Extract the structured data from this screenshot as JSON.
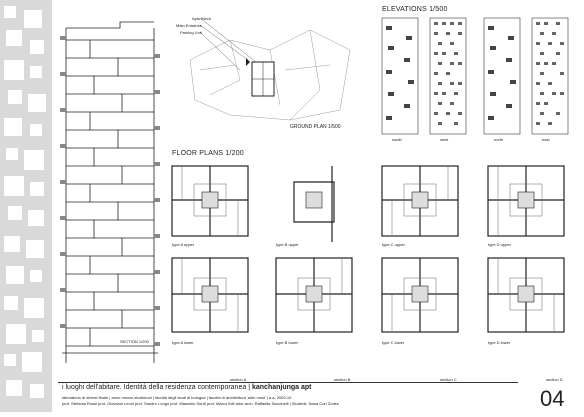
{
  "board": {
    "number": "04",
    "title": "i luoghi dell'abitare. Identità della residenza contemporanea",
    "project": "kanchanjunga apt",
    "separator": "|",
    "credits_line1": "laboratorio di sintesi finale | anno mezzo studioruni | facoltà degli studi di bologna | facoltà di architettura 'aldo rossi' | a.a. 2009-10",
    "credits_line2": "prof. Stefania Rossi   prof. Giovanni Leoni   prof. Sandro Longo   prof. Massimo Sordi   prof. Marco Ibiti   tutor arch. Raffaella Saccinelli | Studenti: Nana Con Zodes"
  },
  "ground_plan": {
    "title": "GROUND PLAN 1/500",
    "legend": [
      "Apts Block",
      "Main Entrance",
      "Parking Unit"
    ]
  },
  "elevations": {
    "title": "ELEVATIONS 1/500",
    "labels": [
      "south",
      "west",
      "north",
      "east"
    ]
  },
  "floor_plans": {
    "title": "FLOOR PLANS 1/200",
    "upper_labels": [
      "type A upper",
      "type B upper",
      "type C upper",
      "type D upper"
    ],
    "lower_labels": [
      "type A lower",
      "type B lower",
      "type C lower",
      "type D lower"
    ]
  },
  "sections": {
    "main_label": "SECTION 1/200",
    "labels": [
      "section A",
      "section B",
      "section C",
      "section D"
    ]
  }
}
